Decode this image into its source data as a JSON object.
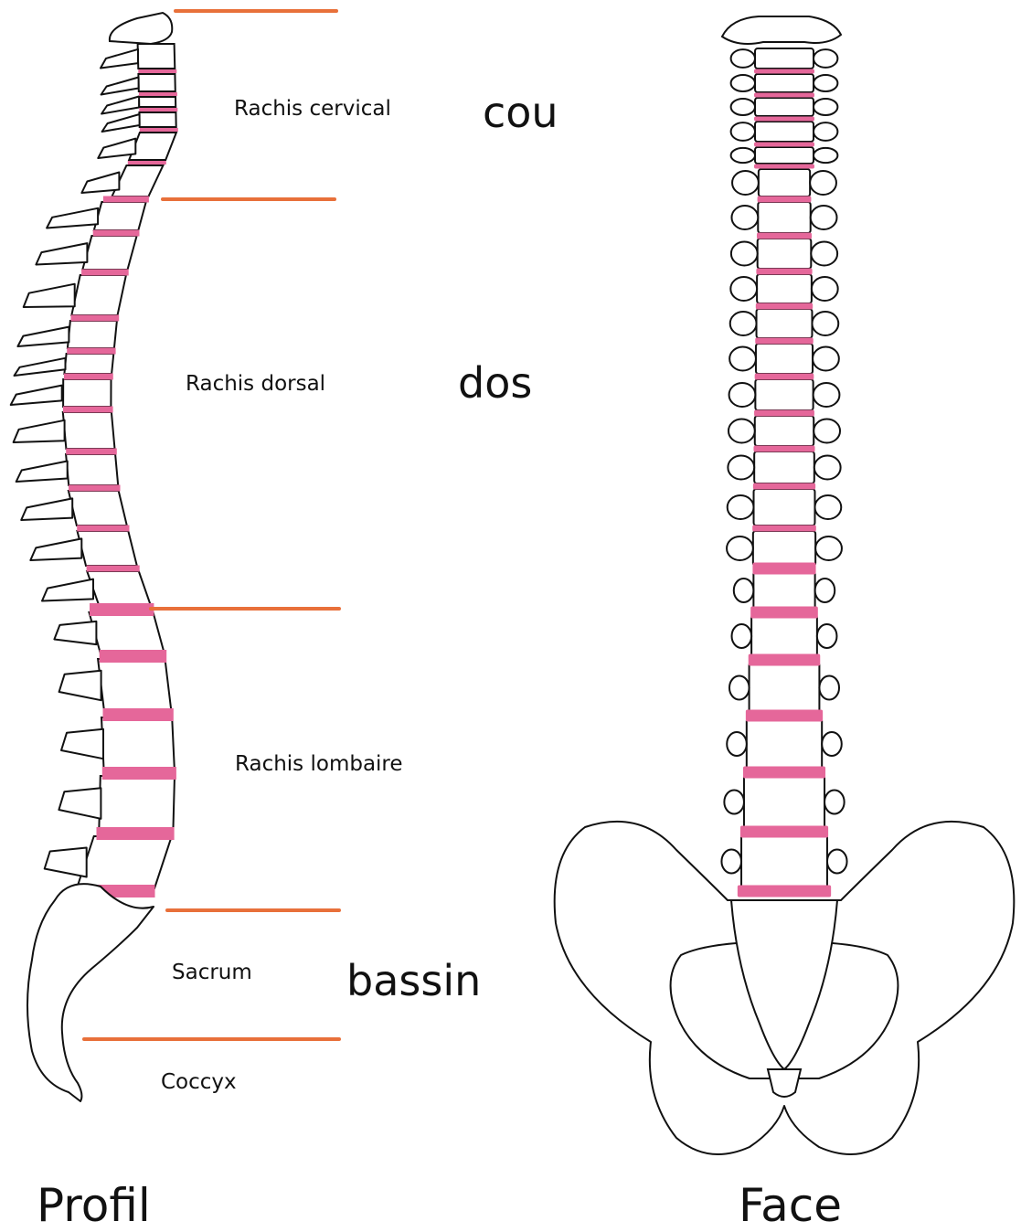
{
  "regions": {
    "cervical": "Rachis cervical",
    "dorsal": "Rachis dorsal",
    "lombaire": "Rachis lombaire",
    "sacrum": "Sacrum",
    "coccyx": "Coccyx"
  },
  "zones": {
    "cou": "cou",
    "dos": "dos",
    "bassin": "bassin"
  },
  "views": {
    "profil": "Profil",
    "face": "Face"
  },
  "colors": {
    "divider": "#E8703A",
    "disc": "#E5679A",
    "outline": "#111111",
    "bone": "#ffffff"
  }
}
